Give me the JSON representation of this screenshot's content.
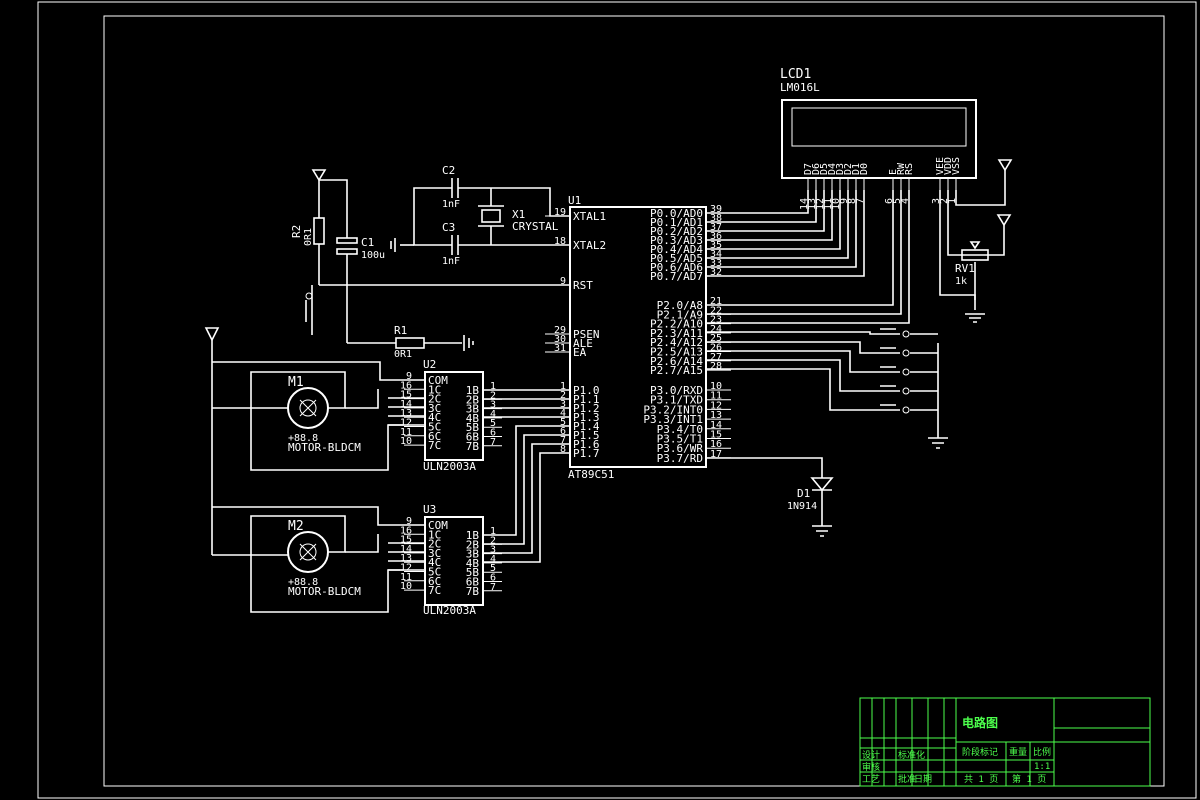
{
  "title_block": {
    "drawing_title": "电路图",
    "cells": {
      "design": "设计",
      "check": "审核",
      "process": "工艺",
      "standard": "标准化",
      "date": "日期",
      "approve": "批准",
      "stage_marks": "阶段标记",
      "weight": "重量",
      "scale": "比例",
      "scale_value": "1:1",
      "sheet_total": "共 1 页",
      "sheet_no": "第 1 页"
    }
  },
  "components": {
    "mcu": {
      "ref": "U1",
      "part": "AT89C51"
    },
    "lcd": {
      "ref": "LCD1",
      "part": "LM016L"
    },
    "u2": {
      "ref": "U2",
      "part": "ULN2003A"
    },
    "u3": {
      "ref": "U3",
      "part": "ULN2003A"
    },
    "m1": {
      "ref": "M1",
      "part": "MOTOR-BLDCM",
      "display": "+88.8"
    },
    "m2": {
      "ref": "M2",
      "part": "MOTOR-BLDCM",
      "display": "+88.8"
    },
    "c1": {
      "ref": "C1",
      "value": "100u"
    },
    "c2": {
      "ref": "C2",
      "value": "1nF"
    },
    "c3": {
      "ref": "C3",
      "value": "1nF"
    },
    "x1": {
      "ref": "X1",
      "value": "CRYSTAL"
    },
    "r1": {
      "ref": "R1",
      "value": "0R1"
    },
    "r2": {
      "ref": "R2",
      "value": "0R1"
    },
    "rv1": {
      "ref": "RV1",
      "value": "1k"
    },
    "d1": {
      "ref": "D1",
      "value": "1N914"
    }
  },
  "mcu_pins": {
    "left_top": [
      {
        "num": "19",
        "name": "XTAL1"
      },
      {
        "num": "18",
        "name": "XTAL2"
      },
      {
        "num": "9",
        "name": "RST"
      },
      {
        "num": "29",
        "name": "PSEN"
      },
      {
        "num": "30",
        "name": "ALE"
      },
      {
        "num": "31",
        "name": "EA"
      }
    ],
    "left_p1": [
      {
        "num": "1",
        "name": "P1.0"
      },
      {
        "num": "2",
        "name": "P1.1"
      },
      {
        "num": "3",
        "name": "P1.2"
      },
      {
        "num": "4",
        "name": "P1.3"
      },
      {
        "num": "5",
        "name": "P1.4"
      },
      {
        "num": "6",
        "name": "P1.5"
      },
      {
        "num": "7",
        "name": "P1.6"
      },
      {
        "num": "8",
        "name": "P1.7"
      }
    ],
    "right_p0": [
      {
        "num": "39",
        "name": "P0.0/AD0"
      },
      {
        "num": "38",
        "name": "P0.1/AD1"
      },
      {
        "num": "37",
        "name": "P0.2/AD2"
      },
      {
        "num": "36",
        "name": "P0.3/AD3"
      },
      {
        "num": "35",
        "name": "P0.4/AD4"
      },
      {
        "num": "34",
        "name": "P0.5/AD5"
      },
      {
        "num": "33",
        "name": "P0.6/AD6"
      },
      {
        "num": "32",
        "name": "P0.7/AD7"
      }
    ],
    "right_p2": [
      {
        "num": "21",
        "name": "P2.0/A8"
      },
      {
        "num": "22",
        "name": "P2.1/A9"
      },
      {
        "num": "23",
        "name": "P2.2/A10"
      },
      {
        "num": "24",
        "name": "P2.3/A11"
      },
      {
        "num": "25",
        "name": "P2.4/A12"
      },
      {
        "num": "26",
        "name": "P2.5/A13"
      },
      {
        "num": "27",
        "name": "P2.6/A14"
      },
      {
        "num": "28",
        "name": "P2.7/A15"
      }
    ],
    "right_p3": [
      {
        "num": "10",
        "name": "P3.0/RXD"
      },
      {
        "num": "11",
        "name": "P3.1/TXD"
      },
      {
        "num": "12",
        "name": "P3.2/INT0"
      },
      {
        "num": "13",
        "name": "P3.3/INT1"
      },
      {
        "num": "14",
        "name": "P3.4/T0"
      },
      {
        "num": "15",
        "name": "P3.5/T1"
      },
      {
        "num": "16",
        "name": "P3.6/WR"
      },
      {
        "num": "17",
        "name": "P3.7/RD"
      }
    ]
  },
  "uln_pins": {
    "left": [
      {
        "num": "9",
        "name": "COM"
      },
      {
        "num": "16",
        "name": "1C"
      },
      {
        "num": "15",
        "name": "2C"
      },
      {
        "num": "14",
        "name": "3C"
      },
      {
        "num": "13",
        "name": "4C"
      },
      {
        "num": "12",
        "name": "5C"
      },
      {
        "num": "11",
        "name": "6C"
      },
      {
        "num": "10",
        "name": "7C"
      }
    ],
    "right": [
      {
        "num": "1",
        "name": "1B"
      },
      {
        "num": "2",
        "name": "2B"
      },
      {
        "num": "3",
        "name": "3B"
      },
      {
        "num": "4",
        "name": "4B"
      },
      {
        "num": "5",
        "name": "5B"
      },
      {
        "num": "6",
        "name": "6B"
      },
      {
        "num": "7",
        "name": "7B"
      }
    ]
  },
  "lcd_pins": [
    {
      "num": "14",
      "name": "D7"
    },
    {
      "num": "13",
      "name": "D6"
    },
    {
      "num": "12",
      "name": "D5"
    },
    {
      "num": "11",
      "name": "D4"
    },
    {
      "num": "10",
      "name": "D3"
    },
    {
      "num": "9",
      "name": "D2"
    },
    {
      "num": "8",
      "name": "D1"
    },
    {
      "num": "7",
      "name": "D0"
    },
    {
      "num": "6",
      "name": "E"
    },
    {
      "num": "5",
      "name": "RW"
    },
    {
      "num": "4",
      "name": "RS"
    },
    {
      "num": "3",
      "name": "VEE"
    },
    {
      "num": "2",
      "name": "VDD"
    },
    {
      "num": "1",
      "name": "VSS"
    }
  ]
}
